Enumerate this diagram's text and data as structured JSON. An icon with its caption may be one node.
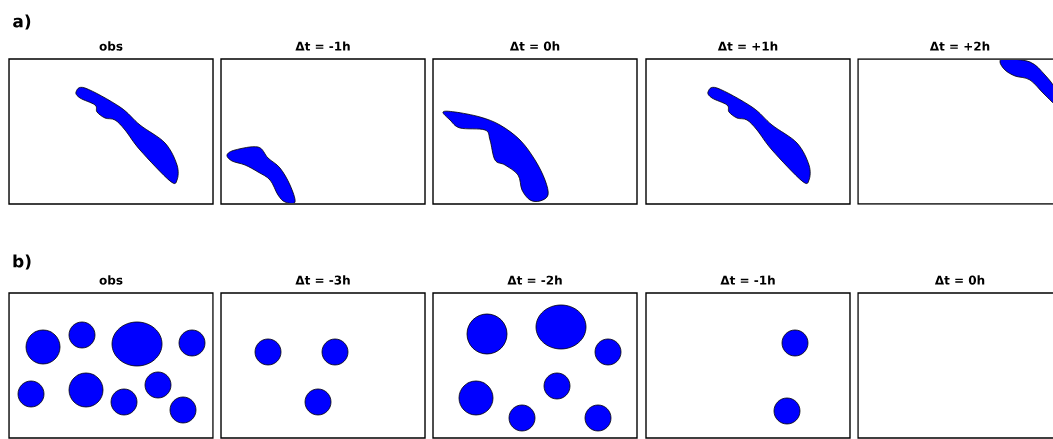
{
  "diagram": {
    "nodes": [
      {
        "text": [
          "obs"
        ]
      },
      {
        "text": [
          "Δt = -1h"
        ]
      },
      {
        "text": [
          "Δt = 0h"
        ]
      },
      {
        "text": [
          "Δt = +1h"
        ]
      },
      {
        "text": [
          "Δt = +2h"
        ]
      },
      {
        "text": [
          "obs"
        ]
      },
      {
        "text": [
          "Δt = -3h"
        ]
      },
      {
        "text": [
          "Δt = -2h"
        ]
      },
      {
        "text": [
          "Δt = -1h"
        ]
      },
      {
        "text": [
          "Δt = 0h"
        ]
      }
    ],
    "labels": [
      "a)",
      "b)"
    ]
  }
}
